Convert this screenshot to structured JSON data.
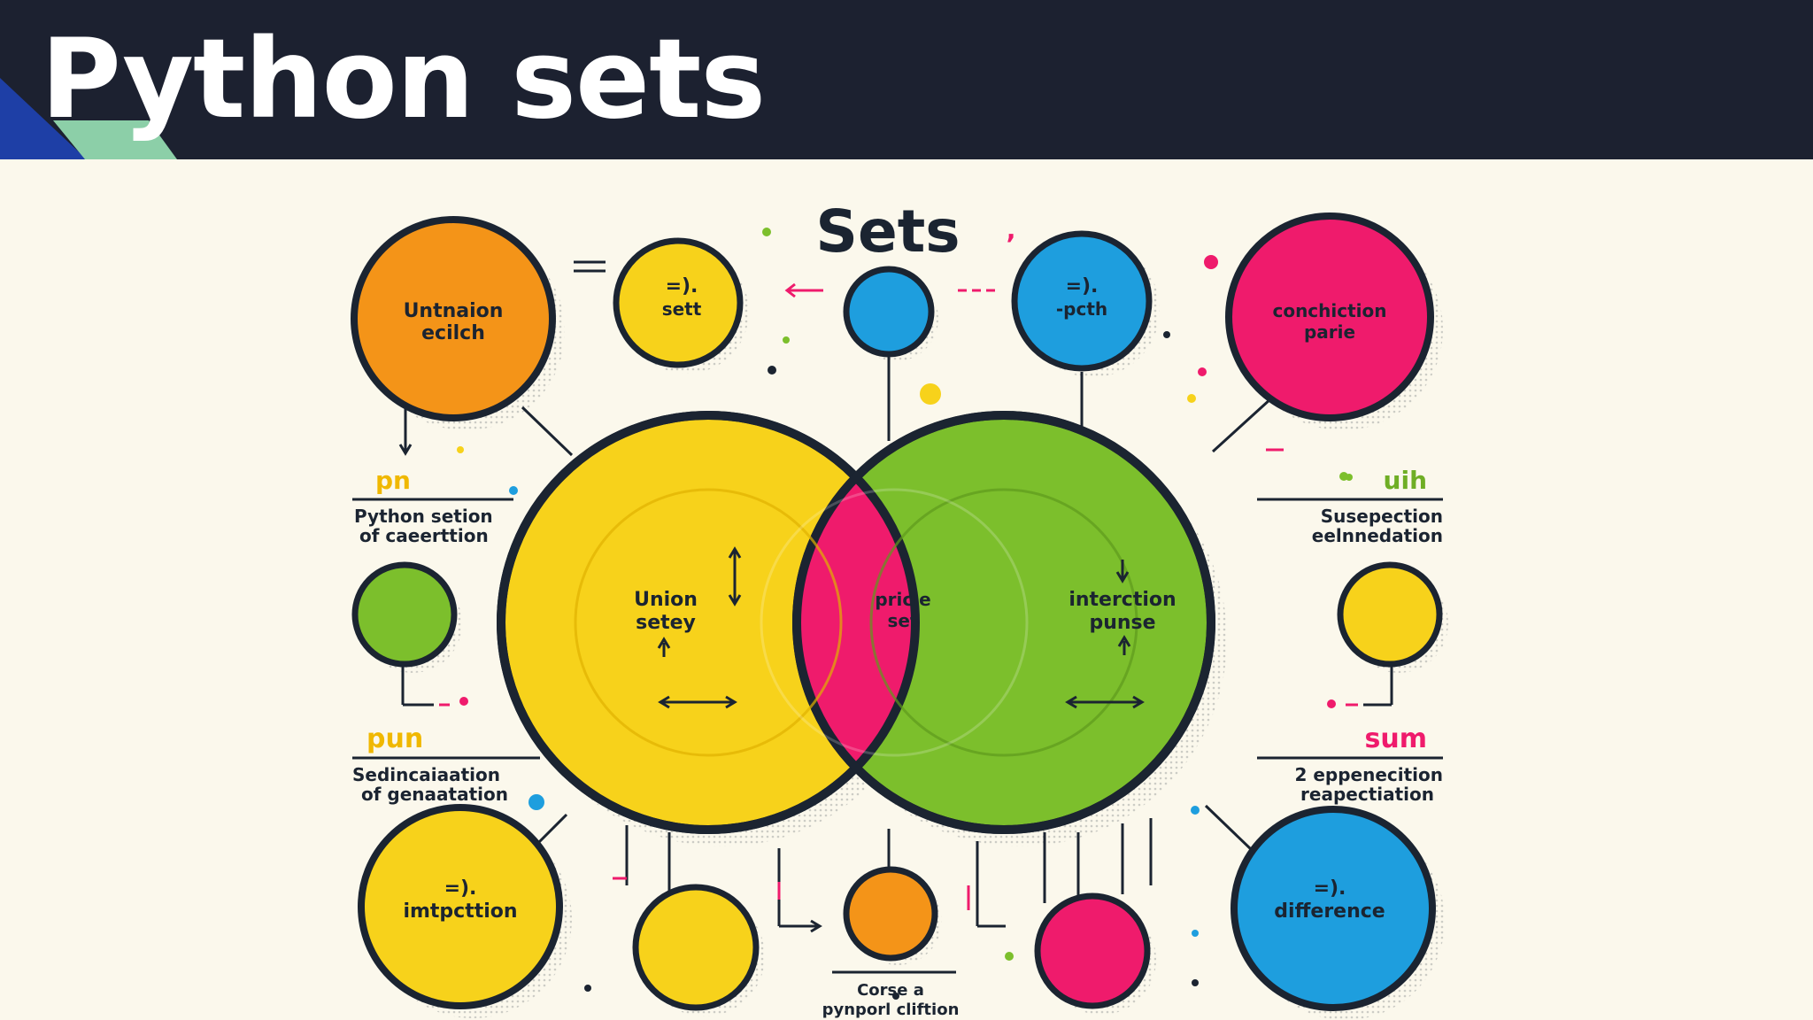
{
  "slide": {
    "title": "Python sets"
  },
  "colors": {
    "header_bg": "#1c2130",
    "background": "#fbf8ec",
    "outline": "#1b2431",
    "yellow": "#f7d21b",
    "green": "#7cbf2c",
    "magenta": "#ef1b6c",
    "blue": "#1e9ede",
    "orange": "#f49418",
    "accent_blue": "#1e3fa6",
    "accent_mint": "#8ccfa8"
  },
  "diagram": {
    "heading": "Sets",
    "venn": {
      "left_label": [
        "Union",
        "setey"
      ],
      "middle_label": [
        "pricle",
        "set"
      ],
      "right_label": [
        "interction",
        "punse"
      ]
    },
    "bubbles": {
      "top_left": [
        "Untnaion",
        "ecilch"
      ],
      "top_small_left": [
        "=).",
        "sett"
      ],
      "top_small_right": [
        "=).",
        "-pcth"
      ],
      "top_right": [
        "conchiction",
        "parie"
      ],
      "bottom_left": [
        "=).",
        "imtpcttion"
      ],
      "bottom_right": [
        "=).",
        "difference"
      ]
    },
    "side_labels": {
      "left_top": {
        "word": "pn",
        "lines": [
          "Python setion",
          "of caeerttion"
        ]
      },
      "left_bottom": {
        "word": "pun",
        "lines": [
          "Sedincaiaation",
          "of genaatation"
        ]
      },
      "right_top": {
        "word": "uih",
        "lines": [
          "Susepection",
          "eelnnedation"
        ]
      },
      "right_bottom": {
        "word": "sum",
        "lines": [
          "2 eppenecition",
          "reapectiation"
        ]
      }
    },
    "footer_caption": [
      "Corse a",
      "pynporl cliftion"
    ]
  }
}
